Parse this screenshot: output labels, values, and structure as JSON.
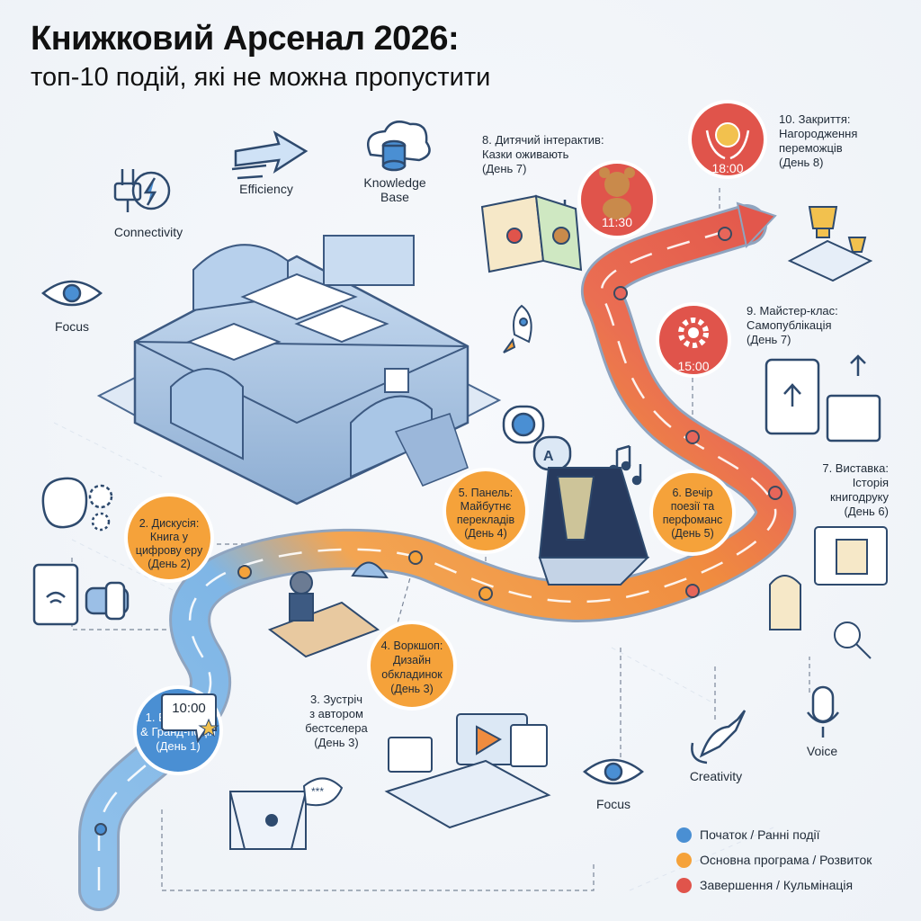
{
  "title": "Книжковий Арсенал 2026:",
  "subtitle": "топ-10 подій, які не можна пропустити",
  "colors": {
    "early": "#4a8fd3",
    "main": "#f5a23a",
    "final": "#e0544b",
    "road_blue": "#7fb6e6",
    "road_orange": "#f39a45",
    "road_red": "#e7665a"
  },
  "events": [
    {
      "id": 1,
      "lines": [
        "1. Відкриття",
        "& Гранд-подія",
        "(День 1)"
      ],
      "phase": "early"
    },
    {
      "id": 2,
      "lines": [
        "2. Дискусія:",
        "Книга у",
        "цифрову еру",
        "(День 2)"
      ],
      "phase": "main"
    },
    {
      "id": 3,
      "lines": [
        "3. Зустріч",
        "з автором",
        "бестселера",
        "(День 3)"
      ],
      "phase": "main"
    },
    {
      "id": 4,
      "lines": [
        "4. Воркшоп:",
        "Дизайн",
        "обкладинок",
        "(День 3)"
      ],
      "phase": "main"
    },
    {
      "id": 5,
      "lines": [
        "5. Панель:",
        "Майбутнє",
        "перекладів",
        "(День 4)"
      ],
      "phase": "main"
    },
    {
      "id": 6,
      "lines": [
        "6. Вечір",
        "поезії та",
        "перфоманс",
        "(День 5)"
      ],
      "phase": "main"
    },
    {
      "id": 7,
      "lines": [
        "7. Виставка:",
        "Історія",
        "книгодруку",
        "(День 6)"
      ],
      "phase": "final"
    },
    {
      "id": 8,
      "lines": [
        "8. Дитячий інтерактив:",
        "Казки оживають",
        "(День 7)"
      ],
      "phase": "final",
      "time": "11:30"
    },
    {
      "id": 9,
      "lines": [
        "9. Майстер-клас:",
        "Самопублікація",
        "(День 7)"
      ],
      "phase": "final",
      "time": "15:00"
    },
    {
      "id": 10,
      "lines": [
        "10. Закриття:",
        "Нагородження",
        "переможців",
        "(День 8)"
      ],
      "phase": "final",
      "time": "18:00"
    }
  ],
  "time_badge": "10:00",
  "concept_labels": [
    "Connectivity",
    "Efficiency",
    "Knowledge",
    "Base",
    "Focus",
    "Focus",
    "Creativity",
    "Voice"
  ],
  "legend": [
    {
      "label": "Початок / Ранні події",
      "color": "#4a8fd3"
    },
    {
      "label": "Основна програма / Розвиток",
      "color": "#f5a23a"
    },
    {
      "label": "Завершення / Кульмінація",
      "color": "#e0544b"
    }
  ],
  "icons": [
    "plug-lightning-icon",
    "arrow-efficiency-icon",
    "cloud-database-icon",
    "eye-icon",
    "brain-gears-icon",
    "tablet-wifi-icon",
    "vr-headset-icon",
    "rocket-icon",
    "translate-globe-icon",
    "music-notes-icon",
    "quill-hand-icon",
    "microphone-icon",
    "teddy-bear-icon",
    "gear-icon",
    "medal-icon",
    "trophy-icon",
    "upload-icon"
  ]
}
